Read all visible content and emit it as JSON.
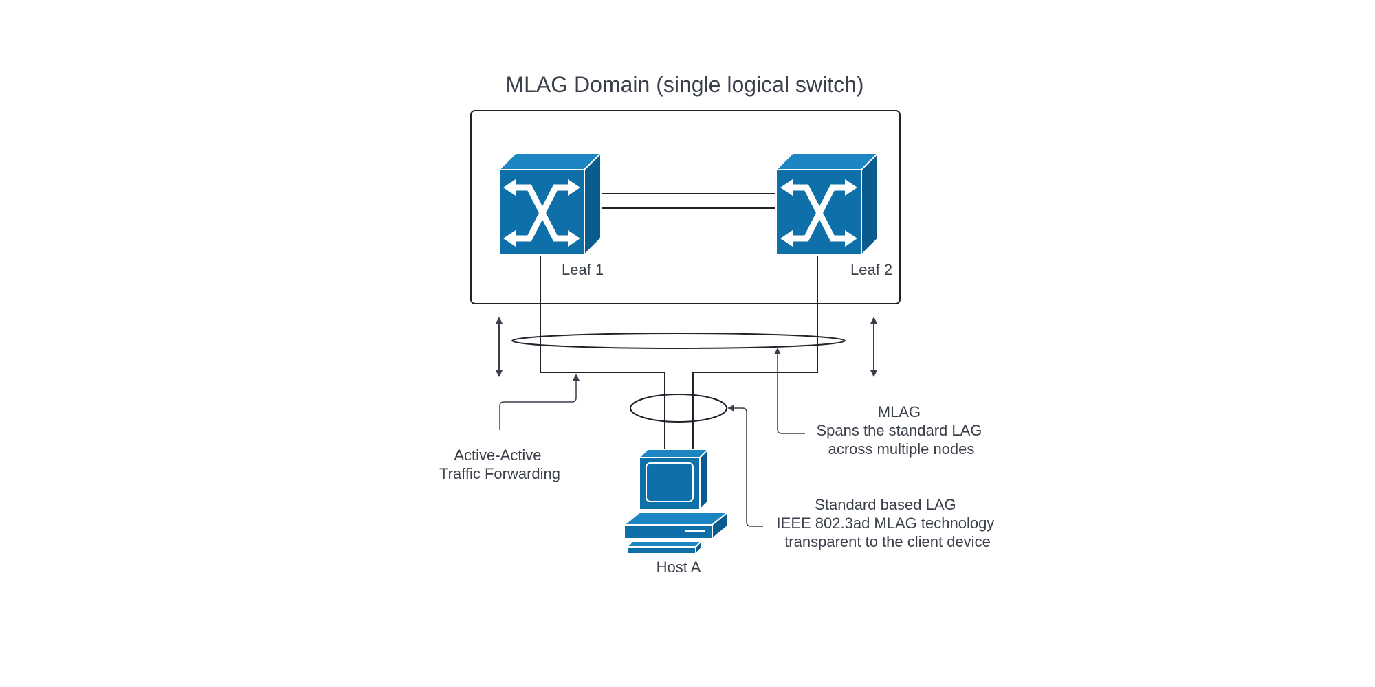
{
  "title": "MLAG Domain (single logical switch)",
  "nodes": {
    "leaf1": "Leaf 1",
    "leaf2": "Leaf 2",
    "host": "Host A"
  },
  "annotations": {
    "active_active": [
      "Active-Active",
      "Traffic Forwarding"
    ],
    "mlag": [
      "MLAG",
      "Spans the standard LAG",
      "across multiple nodes"
    ],
    "standard_lag": [
      "Standard based LAG",
      "IEEE 802.3ad MLAG technology",
      "transparent to the client device"
    ]
  },
  "colors": {
    "device": "#0f6fa8",
    "device_top": "#1b86c2",
    "device_side": "#0b5c8e",
    "line": "#1f2329",
    "text": "#3a3f4a",
    "arrow": "#3a3f4a"
  },
  "icons": {
    "leaf1": "switch-icon",
    "leaf2": "switch-icon",
    "host": "desktop-computer-icon"
  }
}
